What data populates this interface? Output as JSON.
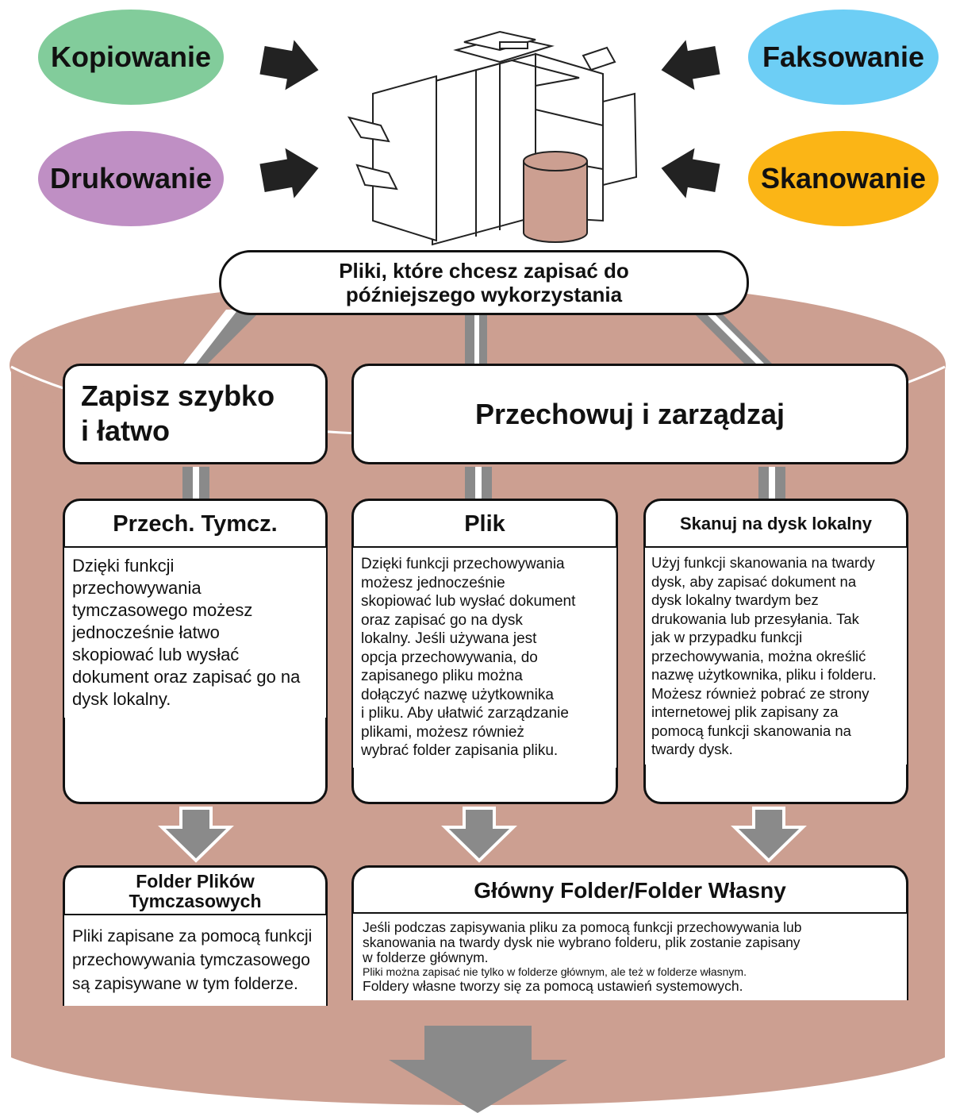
{
  "ovals": {
    "copy": {
      "label": "Kopiowanie",
      "color": "#82cc9b"
    },
    "fax": {
      "label": "Faksowanie",
      "color": "#6dcef5"
    },
    "print": {
      "label": "Drukowanie",
      "color": "#bf8fc4"
    },
    "scan": {
      "label": "Skanowanie",
      "color": "#fbb516"
    }
  },
  "colors": {
    "cylinder": "#cc9f91",
    "bar": "#8a8a8a",
    "arrow": "#222222"
  },
  "header": {
    "line1": "Pliki, które chcesz zapisać do",
    "line2": "późniejszego wykorzystania"
  },
  "quick": {
    "line1": "Zapisz szybko",
    "line2": "i łatwo"
  },
  "store": {
    "title": "Przechowuj i zarządzaj"
  },
  "temp": {
    "title": "Przech. Tymcz.",
    "body": [
      "Dzięki funkcji",
      "przechowywania",
      "tymczasowego możesz",
      "jednocześnie łatwo",
      "skopiować lub wysłać",
      "dokument oraz zapisać go na",
      "dysk lokalny."
    ]
  },
  "file": {
    "title": "Plik",
    "body": [
      "Dzięki funkcji przechowywania",
      "możesz jednocześnie",
      "skopiować lub wysłać dokument",
      "oraz zapisać go na dysk",
      "lokalny. Jeśli używana jest",
      "opcja przechowywania, do",
      "zapisanego pliku można",
      "dołączyć nazwę użytkownika",
      "i pliku. Aby ułatwić zarządzanie",
      "plikami, możesz również",
      "wybrać folder zapisania pliku."
    ]
  },
  "scanlocal": {
    "title": "Skanuj na dysk lokalny",
    "body": [
      "Użyj funkcji skanowania na twardy",
      "dysk, aby zapisać dokument na",
      "dysk lokalny twardym bez",
      "drukowania lub przesyłania. Tak",
      "jak w przypadku funkcji",
      "przechowywania, można określić",
      "nazwę użytkownika, pliku i folderu.",
      "Możesz również pobrać ze strony",
      "internetowej plik zapisany za",
      "pomocą funkcji skanowania na",
      "twardy dysk."
    ]
  },
  "tempfolder": {
    "line1": "Folder Plików",
    "line2": "Tymczasowych",
    "body": [
      "Pliki zapisane za pomocą funkcji",
      "przechowywania tymczasowego",
      "są zapisywane w tym folderze."
    ]
  },
  "mainfolder": {
    "title": "Główny Folder/Folder Własny",
    "body1": [
      "Jeśli podczas zapisywania pliku za pomocą funkcji przechowywania lub",
      "skanowania na twardy dysk nie wybrano folderu, plik zostanie zapisany",
      "w folderze głównym."
    ],
    "body2": "Pliki można zapisać nie tylko w folderze głównym, ale też w folderze własnym.",
    "body3": "Foldery własne tworzy się za pomocą ustawień systemowych."
  }
}
